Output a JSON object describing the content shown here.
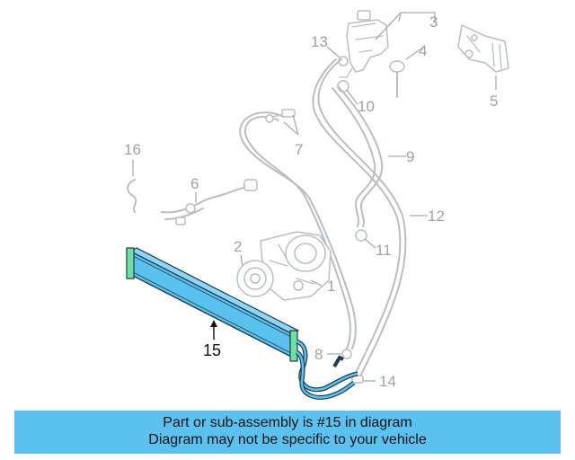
{
  "callouts": {
    "c1": "1",
    "c2": "2",
    "c3": "3",
    "c4": "4",
    "c5": "5",
    "c6": "6",
    "c7": "7",
    "c8": "8",
    "c9": "9",
    "c10": "10",
    "c11": "11",
    "c12": "12",
    "c13": "13",
    "c14": "14",
    "c15": "15",
    "c16": "16"
  },
  "highlighted_part": "15",
  "colors": {
    "highlight": "#5bc2f0",
    "ghost_line": "#b9bec4",
    "banner": "#5bc2f0"
  },
  "banner": {
    "line1": "Part or sub-assembly is #15 in diagram",
    "line2": "Diagram may not be specific to your vehicle"
  }
}
